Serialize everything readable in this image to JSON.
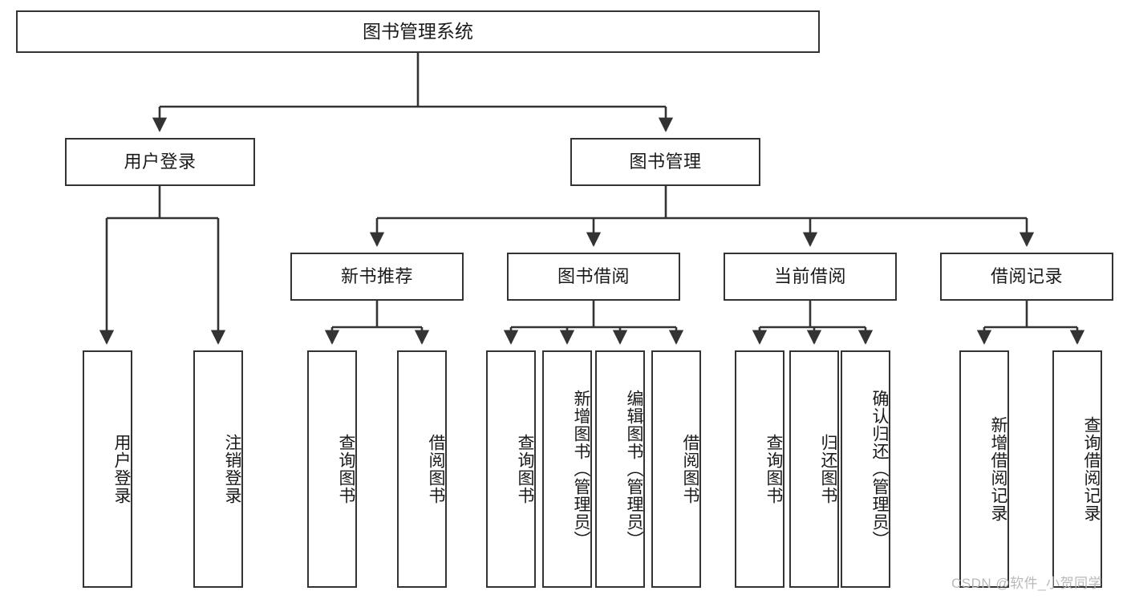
{
  "diagram": {
    "type": "tree-hierarchy",
    "title": "图书管理系统",
    "orientation": "top-down",
    "colors": {
      "box_stroke": "#333333",
      "box_fill": "#ffffff",
      "text": "#1a1a1a",
      "connector": "#333333",
      "watermark": "#b9b9b9"
    },
    "root": {
      "label": "图书管理系统"
    },
    "level2": [
      {
        "id": "user-login",
        "label": "用户登录"
      },
      {
        "id": "book-manage",
        "label": "图书管理"
      }
    ],
    "level3": [
      {
        "id": "new-book-recommend",
        "label": "新书推荐"
      },
      {
        "id": "book-borrow",
        "label": "图书借阅"
      },
      {
        "id": "current-borrow",
        "label": "当前借阅"
      },
      {
        "id": "borrow-record",
        "label": "借阅记录"
      }
    ],
    "leaves": {
      "user-login": [
        {
          "id": "leaf-user-login",
          "label": "用户登录"
        },
        {
          "id": "leaf-user-logout",
          "label": "注销登录"
        }
      ],
      "new-book-recommend": [
        {
          "id": "leaf-query-book-1",
          "label": "查询图书"
        },
        {
          "id": "leaf-borrow-book-1",
          "label": "借阅图书"
        }
      ],
      "book-borrow": [
        {
          "id": "leaf-query-book-2",
          "label": "查询图书"
        },
        {
          "id": "leaf-add-book",
          "label": "新增图书（管理员）"
        },
        {
          "id": "leaf-edit-book",
          "label": "编辑图书（管理员）"
        },
        {
          "id": "leaf-borrow-book-2",
          "label": "借阅图书"
        }
      ],
      "current-borrow": [
        {
          "id": "leaf-query-book-3",
          "label": "查询图书"
        },
        {
          "id": "leaf-return-book",
          "label": "归还图书"
        },
        {
          "id": "leaf-confirm-return",
          "label": "确认归还（管理员）"
        }
      ],
      "borrow-record": [
        {
          "id": "leaf-add-record",
          "label": "新增借阅记录"
        },
        {
          "id": "leaf-query-record",
          "label": "查询借阅记录"
        }
      ]
    }
  },
  "watermark": {
    "text": "CSDN @软件_小贺同学"
  }
}
